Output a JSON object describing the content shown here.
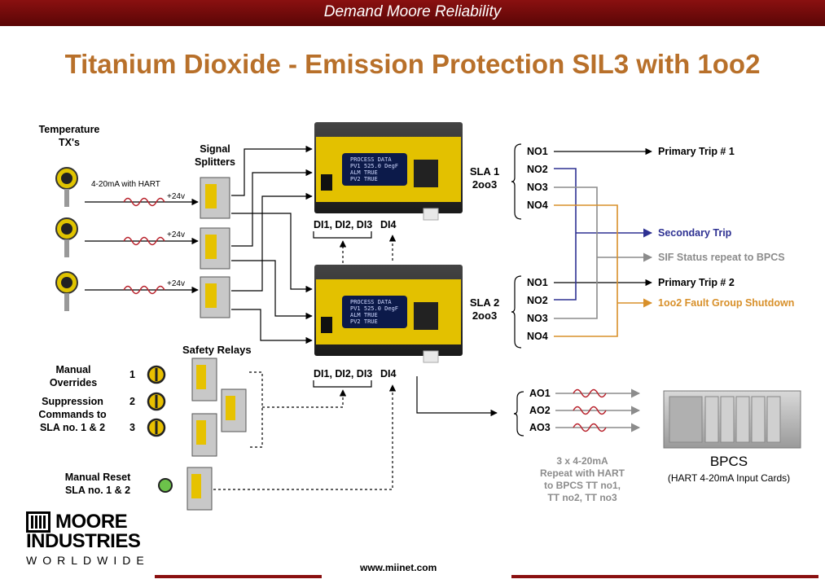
{
  "banner": "Demand Moore Reliability",
  "title": "Titanium Dioxide - Emission Protection SIL3 with 1oo2",
  "temp_tx_label": "Temperature\nTX's",
  "signal_splitters_label": "Signal\nSplitters",
  "hart_label": "4-20mA with HART",
  "supply_label": "+24v",
  "sla1_label": "SLA 1\n2oo3",
  "sla2_label": "SLA 2\n2oo3",
  "di_group_label": "DI1, DI2, DI3",
  "di4_label": "DI4",
  "device_screen_lines": [
    "PROCESS DATA",
    "PV1  525.0 DegF",
    "ALM  TRUE",
    "PV2  TRUE"
  ],
  "sla1_outputs": [
    "NO1",
    "NO2",
    "NO3",
    "NO4"
  ],
  "sla2_outputs": [
    "NO1",
    "NO2",
    "NO3",
    "NO4"
  ],
  "primary_trip_1": "Primary Trip # 1",
  "primary_trip_2": "Primary Trip # 2",
  "secondary_trip": "Secondary Trip",
  "sif_status": "SIF Status repeat to BPCS",
  "fault_group": "1oo2 Fault Group Shutdown",
  "safety_relays_label": "Safety Relays",
  "manual_overrides": "Manual\nOverrides",
  "suppression": "Suppression\nCommands to\nSLA no. 1 & 2",
  "switch_numbers": [
    "1",
    "2",
    "3"
  ],
  "manual_reset": "Manual Reset\nSLA no. 1 & 2",
  "ao_outputs": [
    "AO1",
    "AO2",
    "AO3"
  ],
  "ao_note": "3 x 4-20mA\nRepeat with HART\nto BPCS TT no1,\nTT no2, TT no3",
  "bpcs_title": "BPCS",
  "bpcs_sub": "(HART 4-20mA Input Cards)",
  "logo_text": [
    "MOORE",
    "INDUSTRIES"
  ],
  "logo_worldwide": "WORLDWIDE",
  "url": "www.miinet.com",
  "colors": {
    "banner": "#7a0c0c",
    "title": "#b8702a",
    "blue": "#2e3192",
    "gray": "#8c8c8c",
    "orange": "#d8902a",
    "sine": "#b8202a"
  }
}
